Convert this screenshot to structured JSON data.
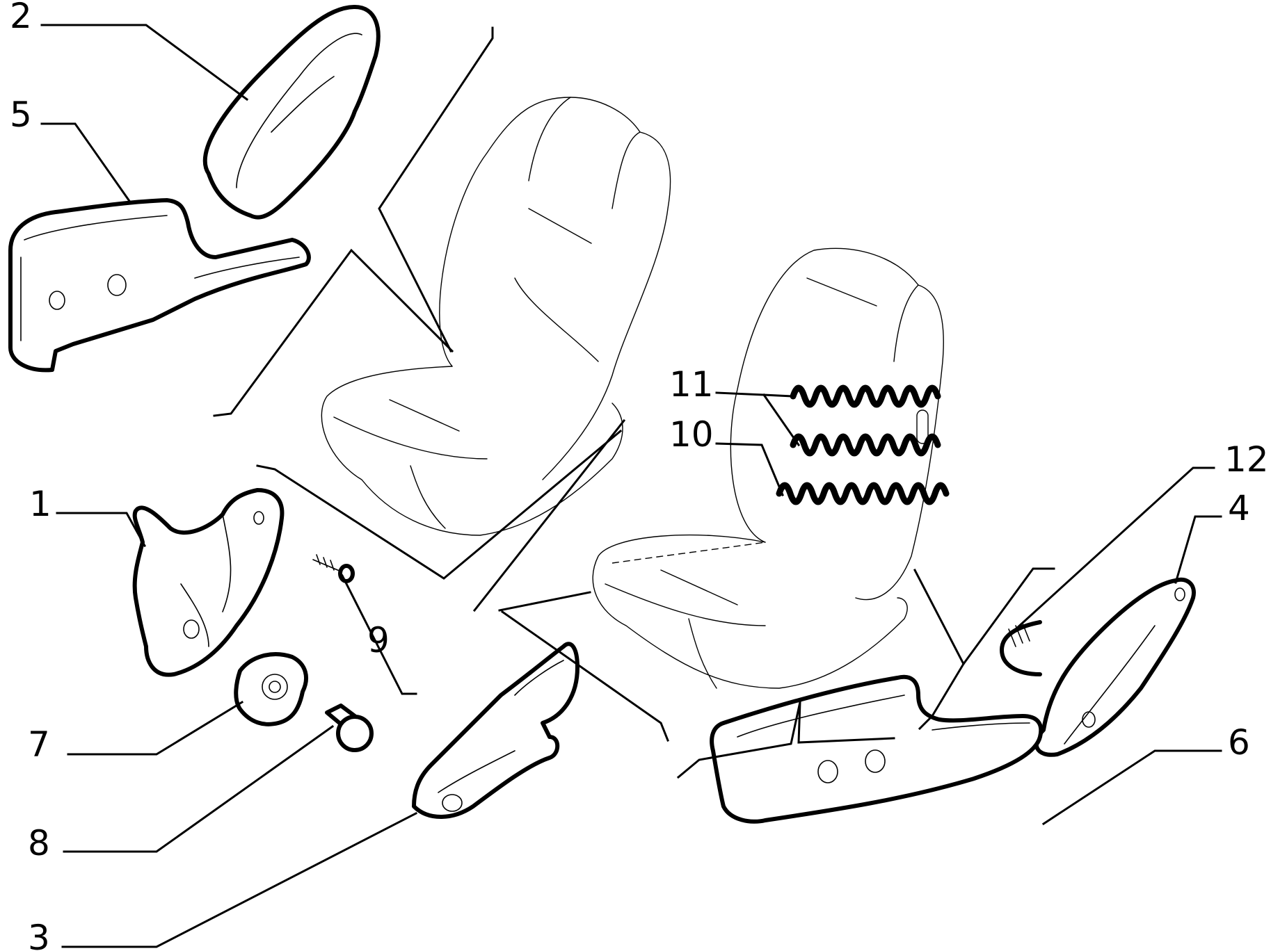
{
  "callouts": {
    "p1": "1",
    "p2": "2",
    "p3": "3",
    "p4": "4",
    "p5": "5",
    "p6": "6",
    "p7": "7",
    "p8": "8",
    "p9": "9",
    "p10": "10",
    "p11": "11",
    "p12": "12"
  },
  "colors": {
    "line": "#000000",
    "background": "#ffffff"
  }
}
